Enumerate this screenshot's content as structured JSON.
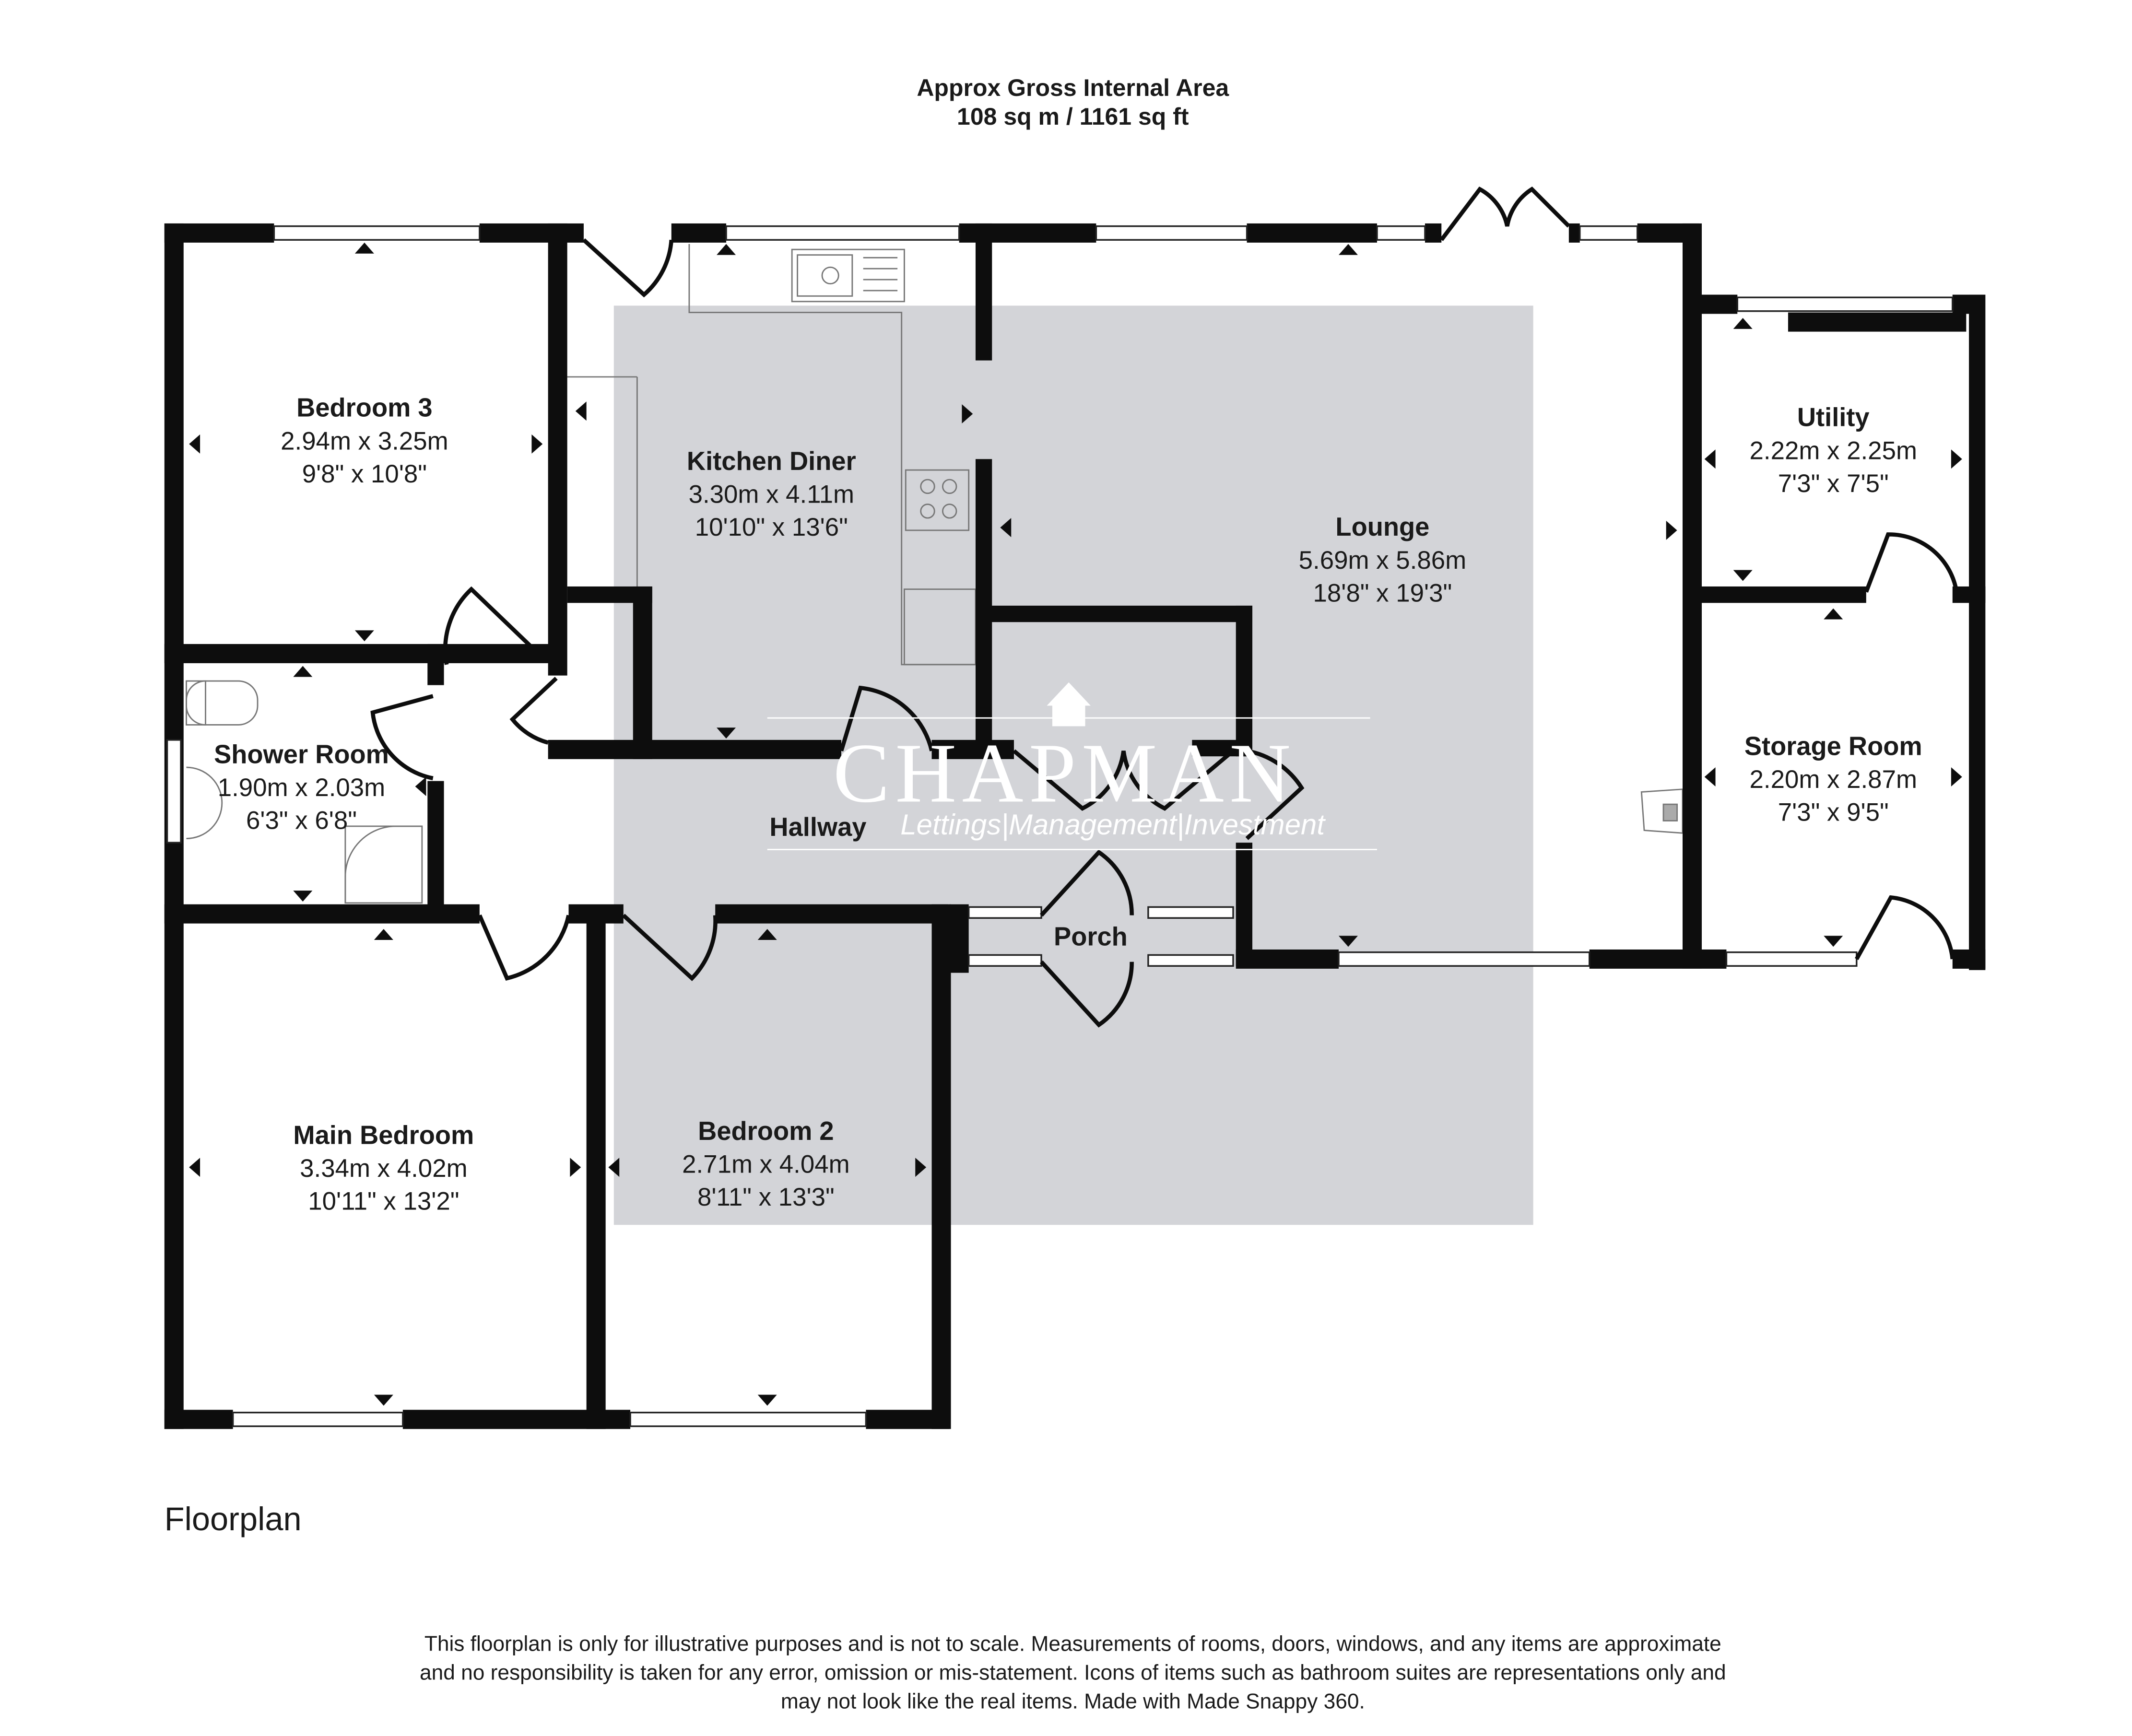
{
  "header": {
    "line1": "Approx Gross Internal Area",
    "line2": "108 sq m / 1161 sq ft"
  },
  "rooms": {
    "bedroom3": {
      "name": "Bedroom 3",
      "metric": "2.94m x 3.25m",
      "imperial": "9'8\" x 10'8\""
    },
    "kitchen": {
      "name": "Kitchen Diner",
      "metric": "3.30m x 4.11m",
      "imperial": "10'10\" x 13'6\""
    },
    "lounge": {
      "name": "Lounge",
      "metric": "5.69m x 5.86m",
      "imperial": "18'8\" x 19'3\""
    },
    "utility": {
      "name": "Utility",
      "metric": "2.22m x 2.25m",
      "imperial": "7'3\" x 7'5\""
    },
    "storage": {
      "name": "Storage Room",
      "metric": "2.20m x 2.87m",
      "imperial": "7'3\" x 9'5\""
    },
    "shower": {
      "name": "Shower Room",
      "metric": "1.90m x 2.03m",
      "imperial": "6'3\" x 6'8\""
    },
    "hallway": {
      "name": "Hallway"
    },
    "porch": {
      "name": "Porch"
    },
    "main_bedroom": {
      "name": "Main Bedroom",
      "metric": "3.34m x 4.02m",
      "imperial": "10'11\" x 13'2\""
    },
    "bedroom2": {
      "name": "Bedroom 2",
      "metric": "2.71m x 4.04m",
      "imperial": "8'11\" x 13'3\""
    }
  },
  "watermark": {
    "brand": "CHAPMAN",
    "tagline": "Lettings|Management|Investment"
  },
  "floor_label": "Floorplan",
  "disclaimer": {
    "line1": "This floorplan is only for illustrative purposes and is not to scale. Measurements of rooms, doors, windows, and any items are approximate",
    "line2": "and no responsibility is taken for any error, omission or mis-statement. Icons of items such as bathroom suites are representations only and",
    "line3": "may not look like the real items. Made with Made Snappy 360."
  },
  "colors": {
    "wall": "#0d0d0d",
    "watermark_box": "#d3d4d8",
    "fixture_line": "#777777"
  }
}
